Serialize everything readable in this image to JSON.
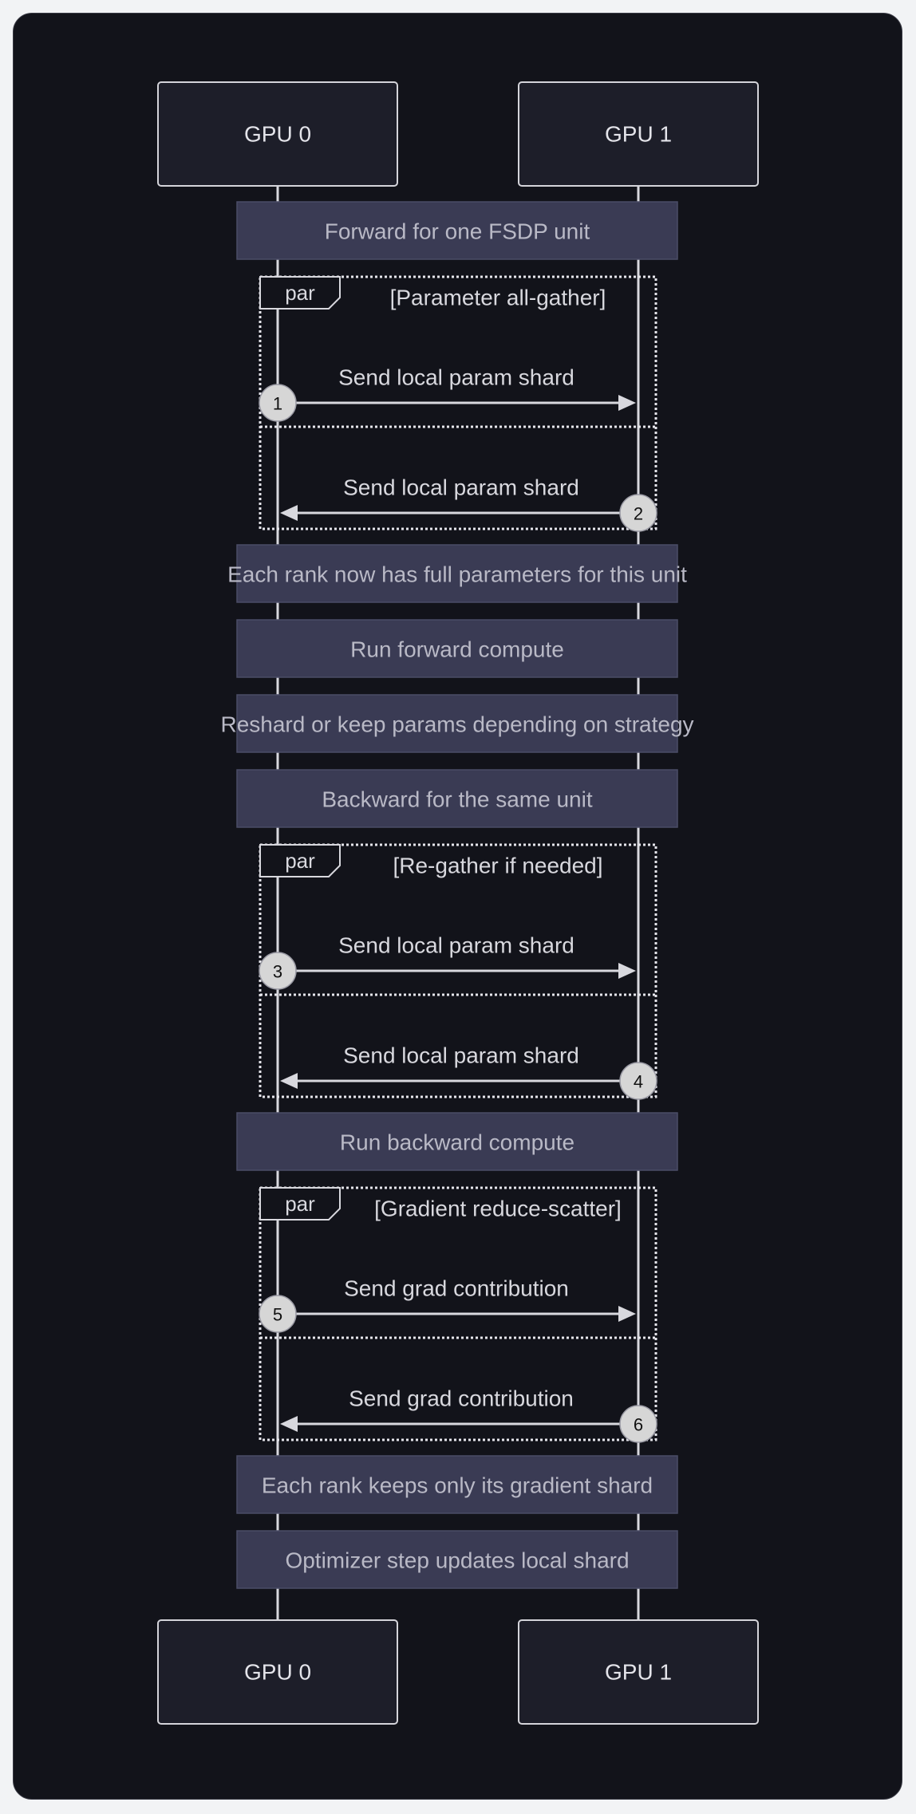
{
  "participants": [
    {
      "id": "gpu0",
      "label": "GPU 0"
    },
    {
      "id": "gpu1",
      "label": "GPU 1"
    }
  ],
  "sequence": [
    {
      "kind": "note",
      "text": "Forward for one FSDP unit"
    },
    {
      "kind": "par",
      "label": "par",
      "condition": "[Parameter all-gather]",
      "messages": [
        {
          "from": "gpu0",
          "to": "gpu1",
          "text": "Send local param shard",
          "number": "1"
        },
        {
          "from": "gpu1",
          "to": "gpu0",
          "text": "Send local param shard",
          "number": "2"
        }
      ]
    },
    {
      "kind": "note",
      "text": "Each rank now has full parameters for this unit"
    },
    {
      "kind": "note",
      "text": "Run forward compute"
    },
    {
      "kind": "note",
      "text": "Reshard or keep params depending on strategy"
    },
    {
      "kind": "note",
      "text": "Backward for the same unit"
    },
    {
      "kind": "par",
      "label": "par",
      "condition": "[Re-gather if needed]",
      "messages": [
        {
          "from": "gpu0",
          "to": "gpu1",
          "text": "Send local param shard",
          "number": "3"
        },
        {
          "from": "gpu1",
          "to": "gpu0",
          "text": "Send local param shard",
          "number": "4"
        }
      ]
    },
    {
      "kind": "note",
      "text": "Run backward compute"
    },
    {
      "kind": "par",
      "label": "par",
      "condition": "[Gradient reduce-scatter]",
      "messages": [
        {
          "from": "gpu0",
          "to": "gpu1",
          "text": "Send grad contribution",
          "number": "5"
        },
        {
          "from": "gpu1",
          "to": "gpu0",
          "text": "Send grad contribution",
          "number": "6"
        }
      ]
    },
    {
      "kind": "note",
      "text": "Each rank keeps only its gradient shard"
    },
    {
      "kind": "note",
      "text": "Optimizer step updates local shard"
    }
  ]
}
